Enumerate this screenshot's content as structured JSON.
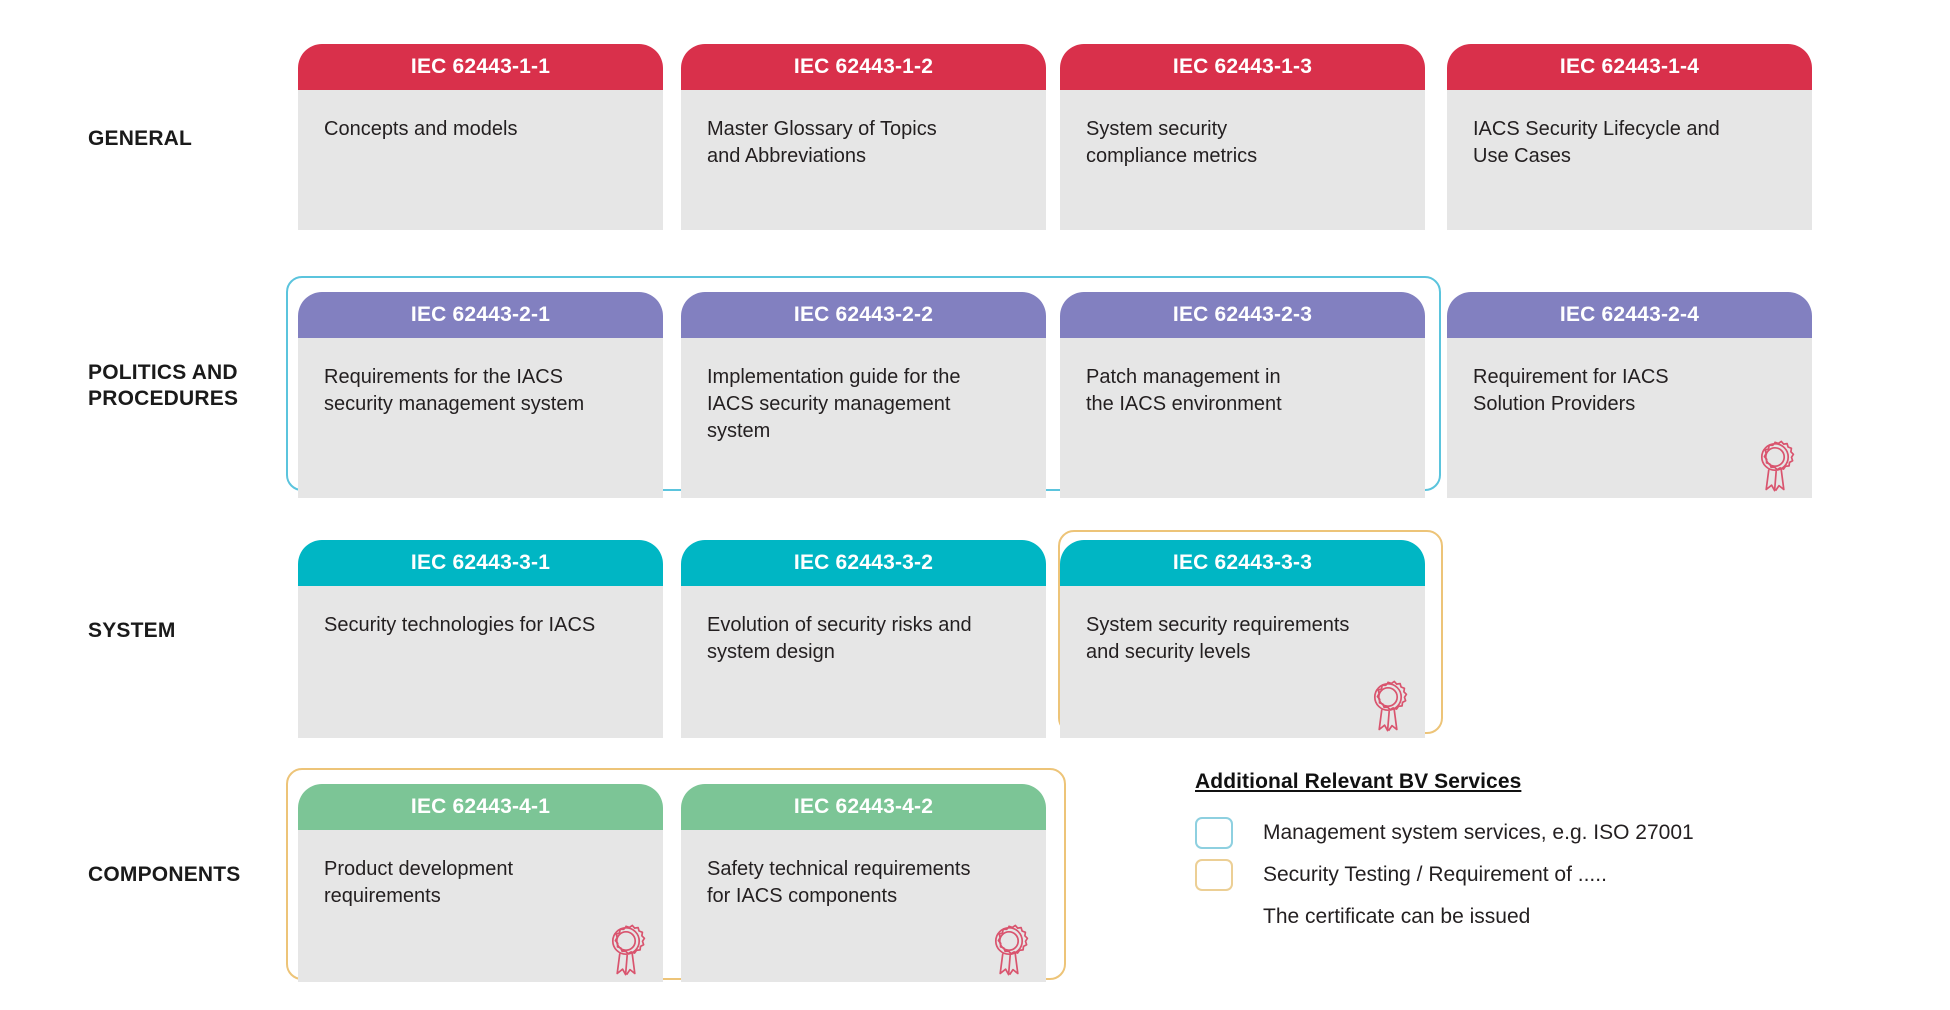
{
  "diagram": {
    "title": "IEC 62443 standards family map",
    "colors": {
      "general": "#d9304b",
      "politics": "#8280c0",
      "system": "#00b6c4",
      "components": "#7cc596",
      "card_body": "#e6e6e6",
      "highlight_blue": "#5bc4dd",
      "highlight_orange": "#edc478",
      "certificate_icon": "#d9546e"
    }
  },
  "rows": [
    {
      "label": "GENERAL",
      "accent": "#d9304b",
      "cards": [
        {
          "code": "IEC 62443-1-1",
          "text": "Concepts and models",
          "certificate": false
        },
        {
          "code": "IEC 62443-1-2",
          "text": "Master Glossary of Topics\nand Abbreviations",
          "certificate": false
        },
        {
          "code": "IEC 62443-1-3",
          "text": "System security\ncompliance metrics",
          "certificate": false
        },
        {
          "code": "IEC 62443-1-4",
          "text": "IACS Security Lifecycle and\nUse Cases",
          "certificate": false
        }
      ]
    },
    {
      "label": "POLITICS AND\nPROCEDURES",
      "accent": "#8280c0",
      "cards": [
        {
          "code": "IEC 62443-2-1",
          "text": "Requirements for the IACS\nsecurity management system",
          "certificate": false
        },
        {
          "code": "IEC 62443-2-2",
          "text": "Implementation guide for the\nIACS security management\nsystem",
          "certificate": false
        },
        {
          "code": "IEC 62443-2-3",
          "text": "Patch management in\nthe IACS environment",
          "certificate": false
        },
        {
          "code": "IEC 62443-2-4",
          "text": "Requirement for IACS\nSolution Providers",
          "certificate": true
        }
      ]
    },
    {
      "label": "SYSTEM",
      "accent": "#00b6c4",
      "cards": [
        {
          "code": "IEC 62443-3-1",
          "text": "Security technologies for IACS",
          "certificate": false
        },
        {
          "code": "IEC 62443-3-2",
          "text": "Evolution of security risks and\nsystem design",
          "certificate": false
        },
        {
          "code": "IEC 62443-3-3",
          "text": "System security requirements\nand security levels",
          "certificate": true
        }
      ]
    },
    {
      "label": "COMPONENTS",
      "accent": "#7cc596",
      "cards": [
        {
          "code": "IEC 62443-4-1",
          "text": "Product development\nrequirements",
          "certificate": true
        },
        {
          "code": "IEC 62443-4-2",
          "text": "Safety technical requirements\nfor IACS components",
          "certificate": true
        }
      ]
    }
  ],
  "legend": {
    "title": "Additional Relevant BV Services",
    "items": [
      {
        "swatch": "blue",
        "text": "Management system services, e.g. ISO 27001"
      },
      {
        "swatch": "orange",
        "text": "Security Testing / Requirement of ....."
      },
      {
        "swatch": "none",
        "text": "The certificate can be issued"
      }
    ]
  }
}
